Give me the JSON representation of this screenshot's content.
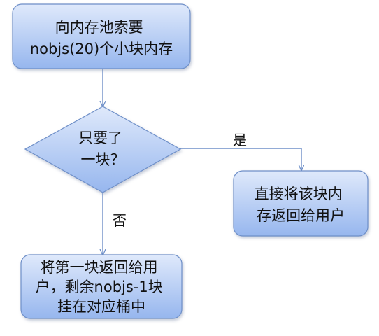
{
  "nodes": {
    "request": {
      "lines": [
        "向内存池索要",
        "nobjs(20)个小块内存"
      ]
    },
    "decision": {
      "lines": [
        "只要了",
        "一块？"
      ]
    },
    "return_one": {
      "lines": [
        "直接将该块内",
        "存返回给用户"
      ]
    },
    "return_first": {
      "lines": [
        "将第一块返回给用",
        "户，剩余nobjs-1块",
        "挂在对应桶中"
      ]
    }
  },
  "edges": {
    "yes_label": "是",
    "no_label": "否"
  },
  "colors": {
    "box_top": "#dfe9fb",
    "box_bottom": "#96b6ee",
    "stroke": "#6e8fc8",
    "arrow": "#6e8fc8"
  }
}
